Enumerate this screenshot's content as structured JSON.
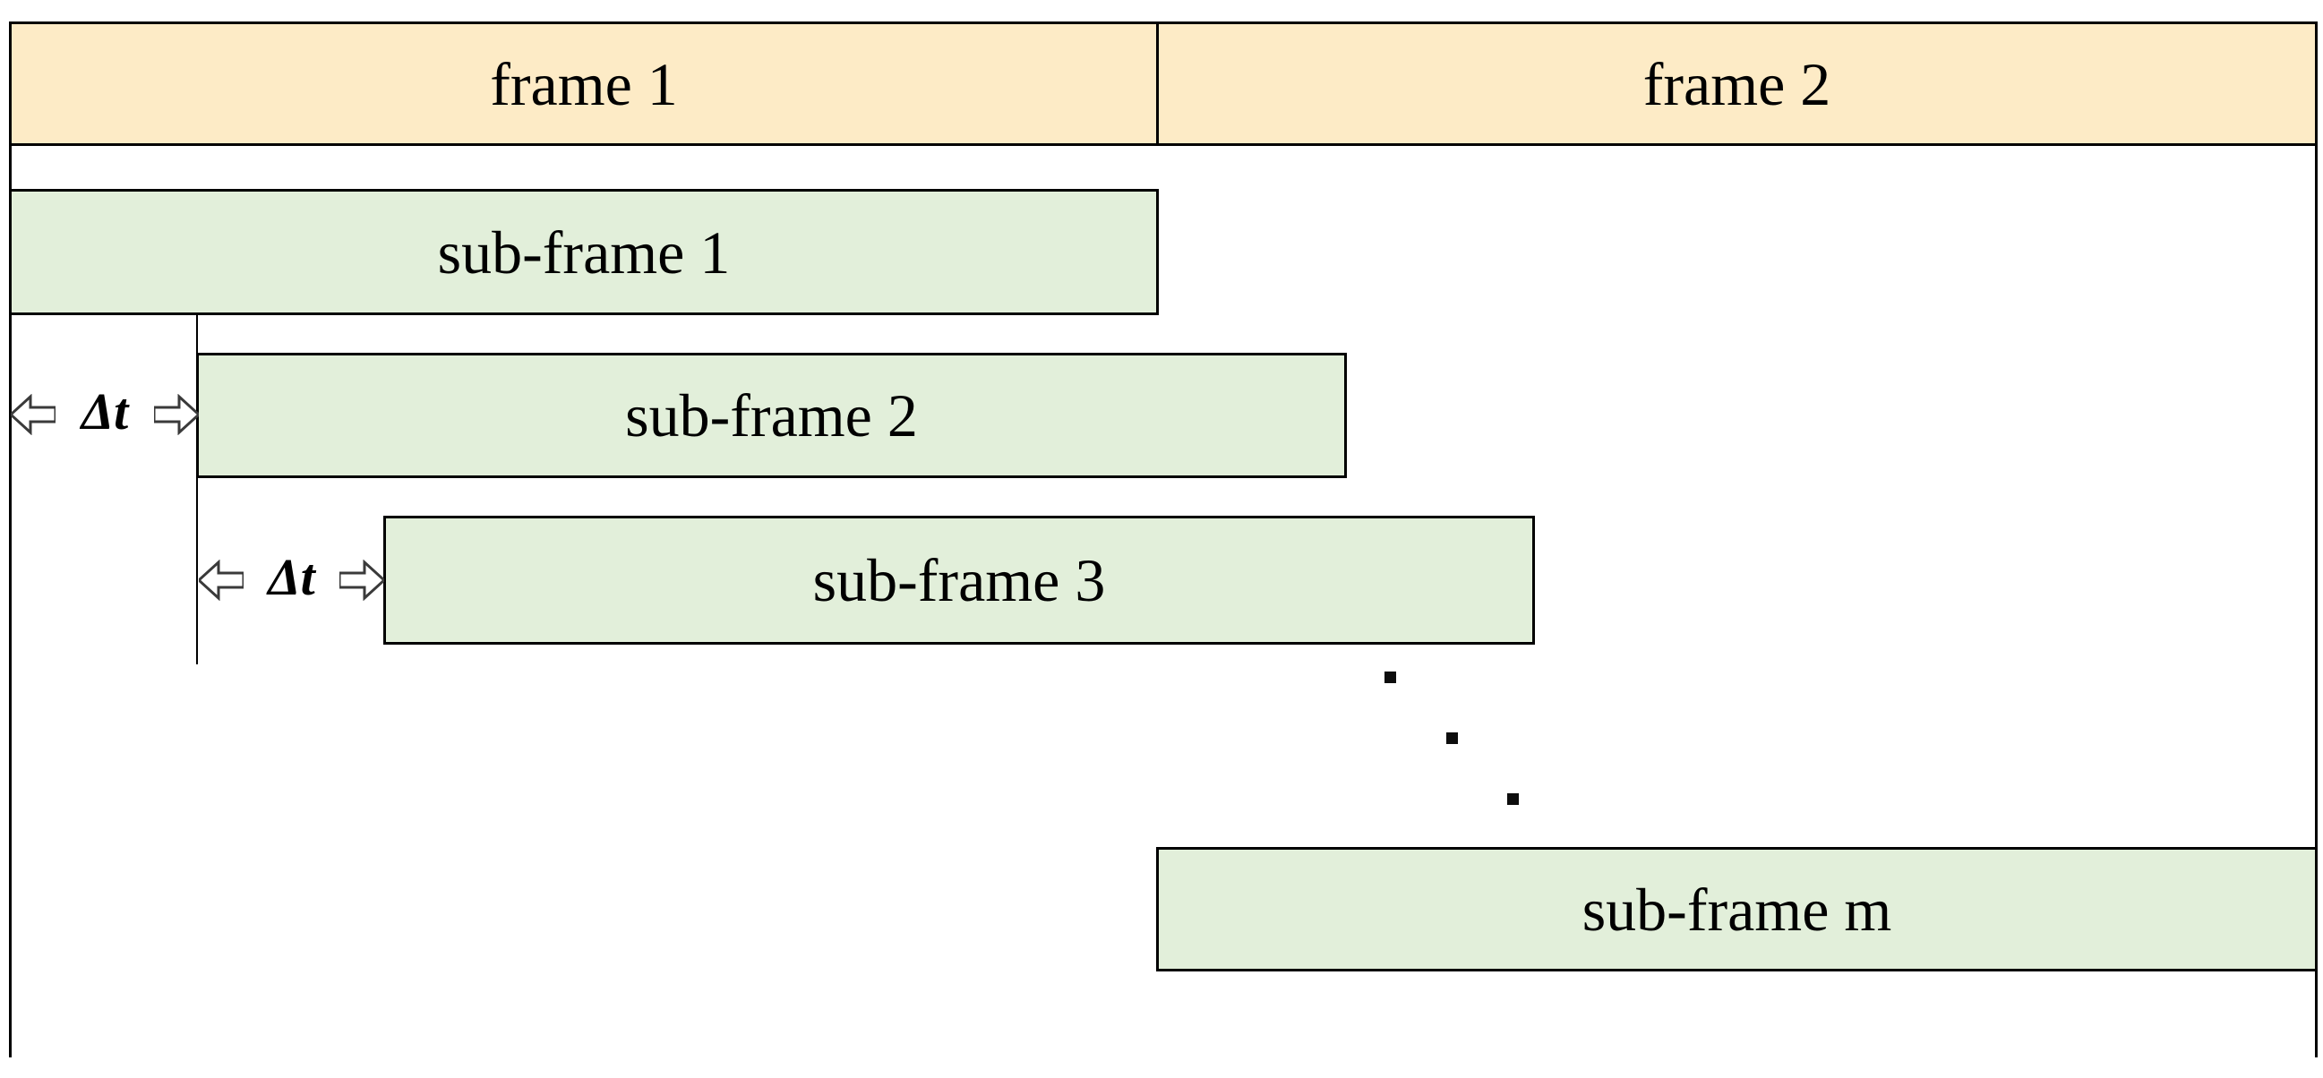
{
  "diagram": {
    "title": "frame / sub-frame timing diagram",
    "frames": [
      {
        "label": "frame 1"
      },
      {
        "label": "frame 2"
      }
    ],
    "subframes": [
      {
        "label": "sub-frame 1"
      },
      {
        "label": "sub-frame 2"
      },
      {
        "label": "sub-frame 3"
      },
      {
        "label": "sub-frame m"
      }
    ],
    "delta_rows": [
      {
        "text": "Δt",
        "left_icon": "left-block-arrow",
        "right_icon": "right-block-arrow"
      },
      {
        "text": "Δt",
        "left_icon": "left-block-arrow",
        "right_icon": "right-block-arrow"
      }
    ],
    "continuation_dots": {
      "icon": "ellipsis-dots",
      "count": 3
    }
  },
  "colors": {
    "frame_fill": "#fdebc6",
    "subframe_fill": "#e2efda",
    "border": "#000000",
    "arrow_outline": "#3a3a3a",
    "dot": "#0d0d0d",
    "text": "#000000"
  }
}
